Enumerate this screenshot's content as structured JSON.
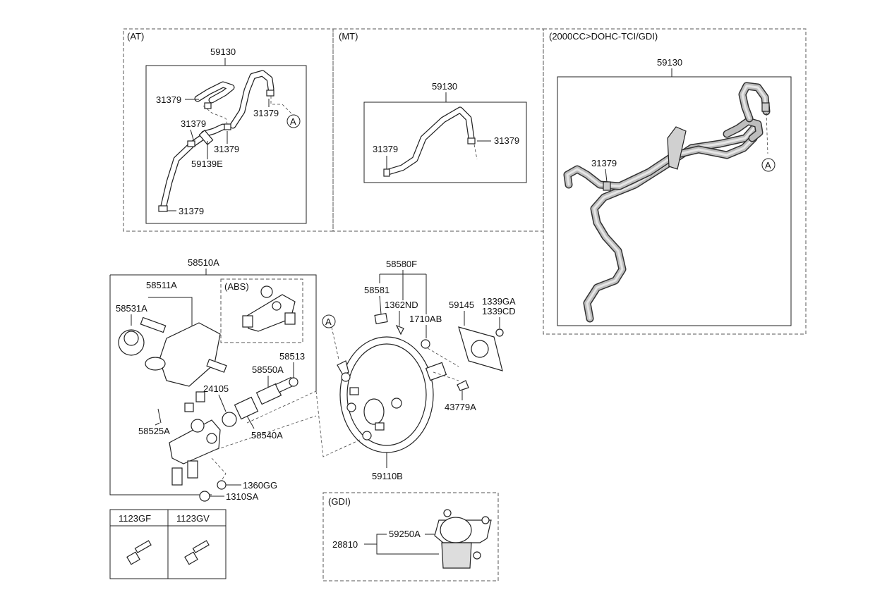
{
  "sections": {
    "at": "(AT)",
    "mt": "(MT)",
    "gdi_engine": "(2000CC>DOHC-TCI/GDI)",
    "abs": "(ABS)",
    "gdi": "(GDI)"
  },
  "callout_letter": "A",
  "labels": {
    "at_59130": "59130",
    "at_31379_a": "31379",
    "at_31379_b": "31379",
    "at_31379_c": "31379",
    "at_31379_d": "31379",
    "at_31379_e": "31379",
    "at_59139E": "59139E",
    "mt_59130": "59130",
    "mt_31379_a": "31379",
    "mt_31379_b": "31379",
    "gdi_59130": "59130",
    "gdi_31379": "31379",
    "p58510A": "58510A",
    "p58511A": "58511A",
    "p58531A": "58531A",
    "p24105": "24105",
    "p58550A": "58550A",
    "p58513": "58513",
    "p58525A": "58525A",
    "p58540A": "58540A",
    "p1360GG": "1360GG",
    "p1310SA": "1310SA",
    "p58580F": "58580F",
    "p58581": "58581",
    "p1362ND": "1362ND",
    "p1710AB": "1710AB",
    "p59145": "59145",
    "p1339GA": "1339GA",
    "p1339CD": "1339CD",
    "p43779A": "43779A",
    "p59110B": "59110B",
    "p28810": "28810",
    "p59250A": "59250A"
  },
  "bolt_table": {
    "headers": [
      "1123GF",
      "1123GV"
    ]
  }
}
